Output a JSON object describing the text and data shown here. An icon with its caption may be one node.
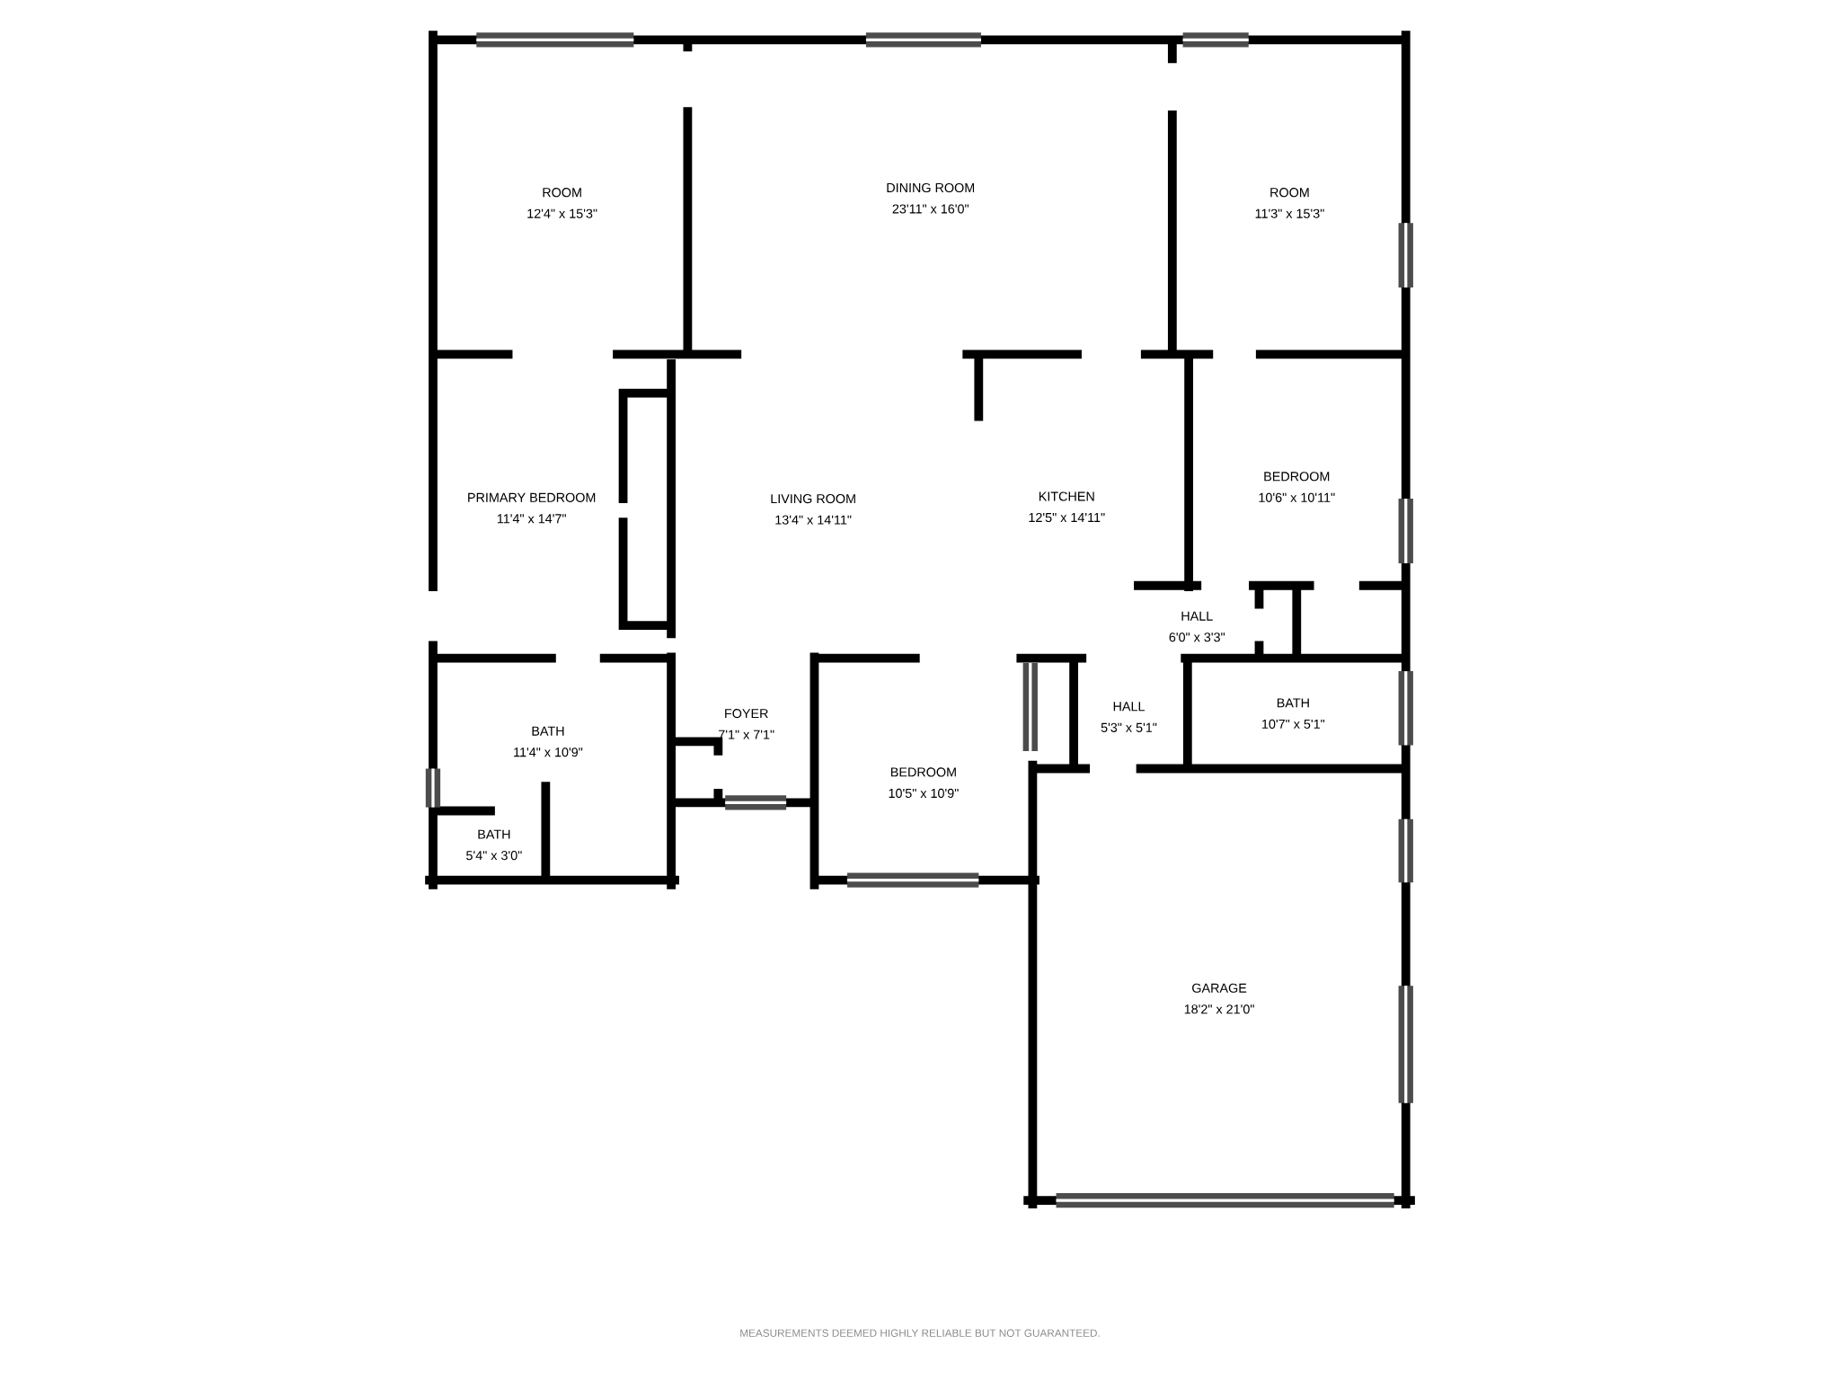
{
  "diagram": {
    "caption": "MEASUREMENTS DEEMED HIGHLY RELIABLE BUT NOT GUARANTEED.",
    "labels": [
      "ROOM",
      "12'4\" x 15'3\"",
      "DINING ROOM",
      "23'11\" x 16'0\"",
      "ROOM",
      "11'3\" x 15'3\"",
      "PRIMARY BEDROOM",
      "11'4\" x 14'7\"",
      "LIVING ROOM",
      "13'4\" x 14'11\"",
      "KITCHEN",
      "12'5\" x 14'11\"",
      "BEDROOM",
      "10'6\" x 10'11\"",
      "HALL",
      "6'0\" x 3'3\"",
      "FOYER",
      "7'1\" x 7'1\"",
      "BATH",
      "11'4\" x 10'9\"",
      "HALL",
      "5'3\" x 5'1\"",
      "BATH",
      "10'7\" x 5'1\"",
      "BEDROOM",
      "10'5\" x 10'9\"",
      "BATH",
      "5'4\" x 3'0\"",
      "GARAGE",
      "18'2\" x 21'0\""
    ]
  }
}
